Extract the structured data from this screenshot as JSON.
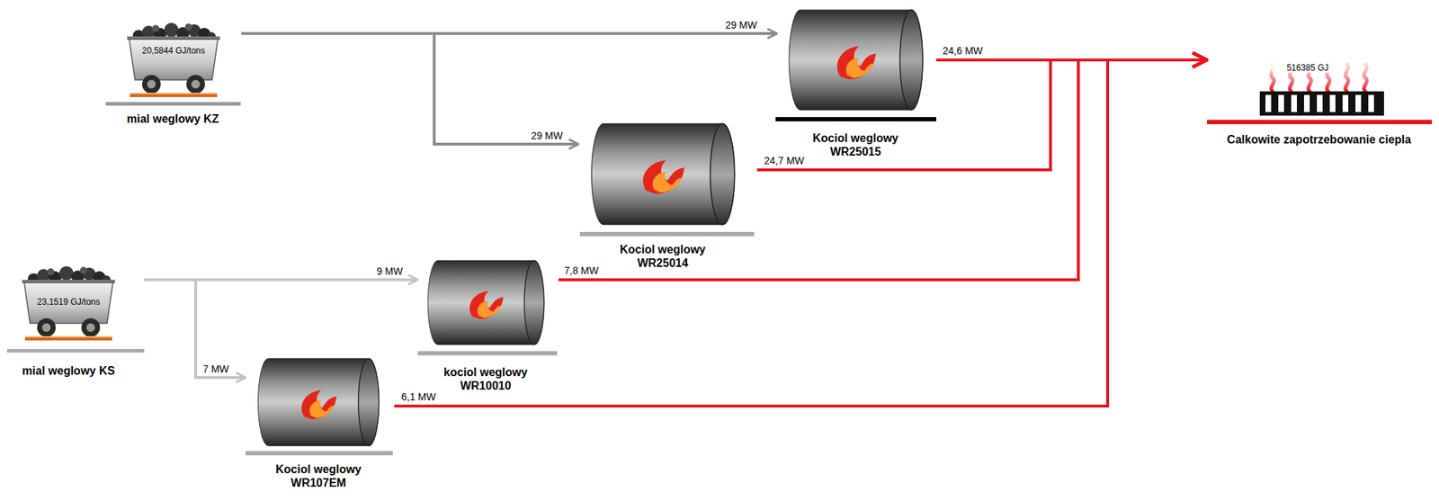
{
  "diagram": {
    "nodes": [
      {
        "text": [
          "20,5844 GJ/tons",
          "mial weglowy KZ"
        ]
      },
      {
        "text": [
          "Kociol weglowy WR25015"
        ]
      },
      {
        "text": [
          "516385 GJ",
          "Calkowite zapotrzebowanie ciepla"
        ]
      },
      {
        "text": [
          "Kociol weglowy WR25014"
        ]
      },
      {
        "text": [
          "23,1519 GJ/tons",
          "mial weglowy KS"
        ]
      },
      {
        "text": [
          "kociol weglowy WR10010"
        ]
      },
      {
        "text": [
          "Kociol weglowy WR107EM"
        ]
      }
    ],
    "edges": [
      {
        "from": 0,
        "to": 1,
        "arrow": "to",
        "label": "29 MW"
      },
      {
        "from": 0,
        "to": 3,
        "arrow": "to",
        "label": "29 MW"
      },
      {
        "from": 4,
        "to": 5,
        "arrow": "to",
        "label": "9 MW"
      },
      {
        "from": 4,
        "to": 6,
        "arrow": "to",
        "label": "7 MW"
      },
      {
        "from": 1,
        "to": 2,
        "arrow": "to",
        "label": "24,6 MW"
      },
      {
        "from": 3,
        "to": 2,
        "arrow": "to",
        "label": "24,7 MW"
      },
      {
        "from": 5,
        "to": 2,
        "arrow": "to",
        "label": "7,8 MW"
      },
      {
        "from": 6,
        "to": 2,
        "arrow": "to",
        "label": "6,1 MW"
      }
    ]
  }
}
